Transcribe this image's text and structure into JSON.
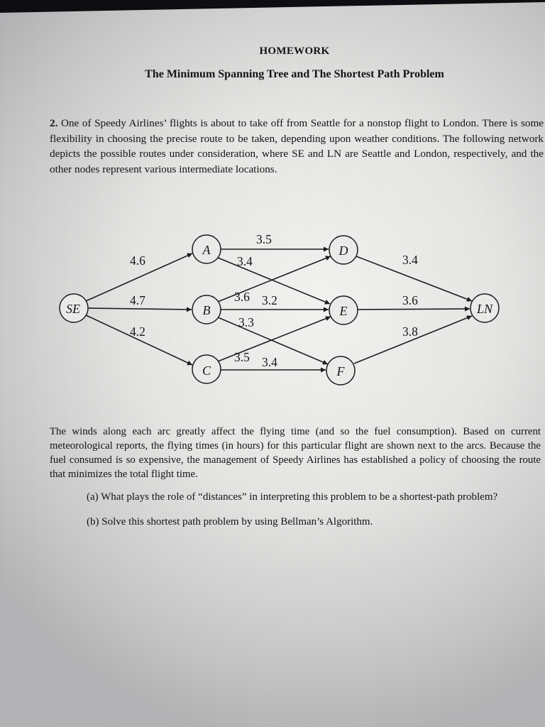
{
  "header": {
    "title": "HOMEWORK",
    "subtitle": "The Minimum Spanning Tree and The Shortest Path Problem"
  },
  "problem": {
    "number": "2.",
    "intro": "One of Speedy Airlines’ flights is about to take off from Seattle for a nonstop flight to London. There is some flexibility in choosing the precise route to be taken, depending upon weather conditions. The following network depicts the possible routes under consideration, where SE and LN are Seattle and London, respectively, and the other nodes represent various intermediate locations.",
    "winds_paragraph": "The winds along each arc greatly affect the flying time (and so the fuel consumption). Based on current meteorological reports, the flying times (in hours) for this particular flight are shown next to the arcs. Because the fuel consumed is so expensive, the management of Speedy Airlines has established a policy of choosing the route that minimizes the total flight time.",
    "questions": [
      {
        "label": "(a)",
        "text": "What plays the role of “distances” in interpreting this problem to be a shortest-path problem?"
      },
      {
        "label": "(b)",
        "text": "Solve this shortest path problem by using Bellman’s Algorithm."
      }
    ]
  },
  "network": {
    "nodes": [
      {
        "id": "SE",
        "label": "SE"
      },
      {
        "id": "A",
        "label": "A"
      },
      {
        "id": "B",
        "label": "B"
      },
      {
        "id": "C",
        "label": "C"
      },
      {
        "id": "D",
        "label": "D"
      },
      {
        "id": "E",
        "label": "E"
      },
      {
        "id": "F",
        "label": "F"
      },
      {
        "id": "LN",
        "label": "LN"
      }
    ],
    "edges": [
      {
        "from": "SE",
        "to": "A",
        "weight": "4.6"
      },
      {
        "from": "SE",
        "to": "B",
        "weight": "4.7"
      },
      {
        "from": "SE",
        "to": "C",
        "weight": "4.2"
      },
      {
        "from": "A",
        "to": "D",
        "weight": "3.5"
      },
      {
        "from": "A",
        "to": "E",
        "weight": "3.4"
      },
      {
        "from": "B",
        "to": "D",
        "weight": "3.6"
      },
      {
        "from": "B",
        "to": "E",
        "weight": "3.2"
      },
      {
        "from": "B",
        "to": "F",
        "weight": "3.3"
      },
      {
        "from": "C",
        "to": "E",
        "weight": "3.5"
      },
      {
        "from": "C",
        "to": "F",
        "weight": "3.4"
      },
      {
        "from": "D",
        "to": "LN",
        "weight": "3.4"
      },
      {
        "from": "E",
        "to": "LN",
        "weight": "3.6"
      },
      {
        "from": "F",
        "to": "LN",
        "weight": "3.8"
      }
    ]
  }
}
